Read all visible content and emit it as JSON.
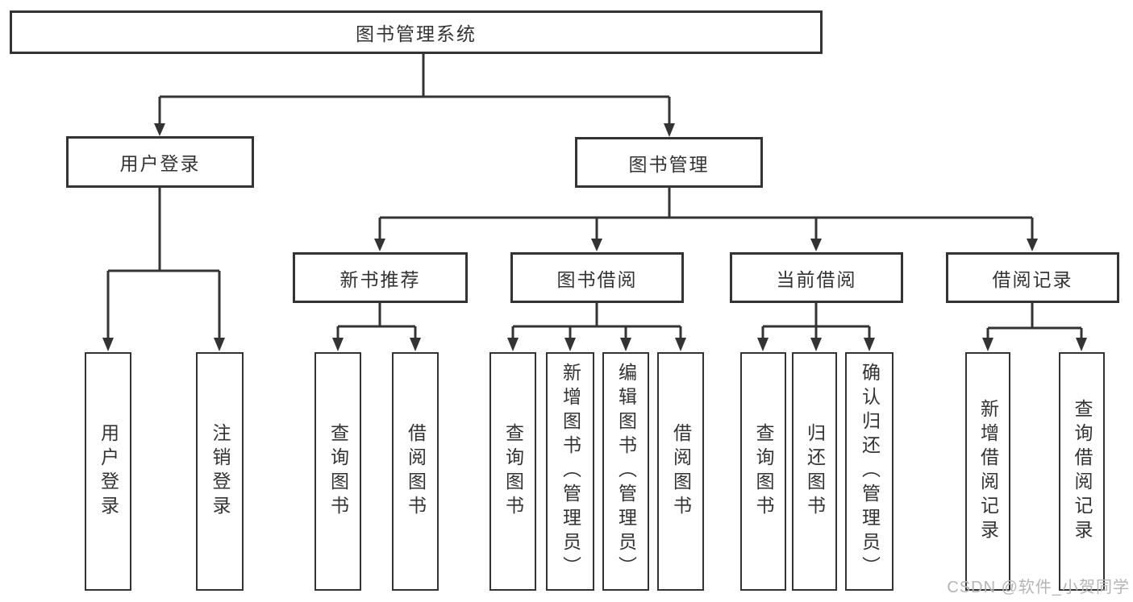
{
  "colors": {
    "line": "#333333",
    "box_border": "#333333",
    "box_background": "#ffffff",
    "text": "#333333",
    "watermark": "#b5b5b5"
  },
  "watermark": "CSDN @软件_小贺同学",
  "tree": {
    "label": "图书管理系统",
    "children": [
      {
        "label": "用户登录",
        "children": [
          {
            "label": "用户登录"
          },
          {
            "label": "注销登录"
          }
        ]
      },
      {
        "label": "图书管理",
        "children": [
          {
            "label": "新书推荐",
            "children": [
              {
                "label": "查询图书"
              },
              {
                "label": "借阅图书"
              }
            ]
          },
          {
            "label": "图书借阅",
            "children": [
              {
                "label": "查询图书"
              },
              {
                "label": "新增图书（管理员）"
              },
              {
                "label": "编辑图书（管理员）"
              },
              {
                "label": "借阅图书"
              }
            ]
          },
          {
            "label": "当前借阅",
            "children": [
              {
                "label": "查询图书"
              },
              {
                "label": "归还图书"
              },
              {
                "label": "确认归还（管理员）"
              }
            ]
          },
          {
            "label": "借阅记录",
            "children": [
              {
                "label": "新增借阅记录"
              },
              {
                "label": "查询借阅记录"
              }
            ]
          }
        ]
      }
    ]
  }
}
